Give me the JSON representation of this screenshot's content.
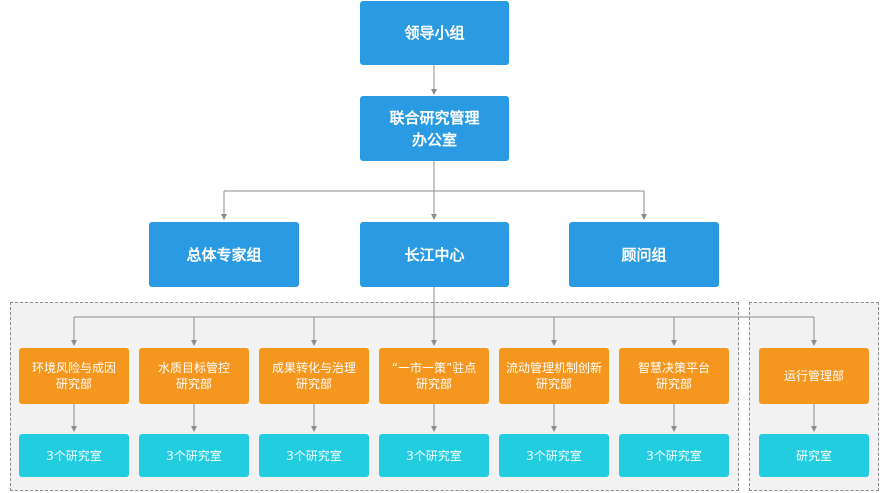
{
  "leadership": "领导小组",
  "office": "联合研究管理\n办公室",
  "second_row": {
    "expert": "总体专家组",
    "center": "长江中心",
    "advisor": "顾问组"
  },
  "departments": [
    {
      "name": "环境风险与成因\n研究部",
      "rooms": "3个研究室"
    },
    {
      "name": "水质目标管控\n研究部",
      "rooms": "3个研究室"
    },
    {
      "name": "成果转化与治理\n研究部",
      "rooms": "3个研究室"
    },
    {
      "name": "“一市一策”驻点\n研究部",
      "rooms": "3个研究室"
    },
    {
      "name": "流动管理机制创新\n研究部",
      "rooms": "3个研究室"
    },
    {
      "name": "智慧决策平台\n研究部",
      "rooms": "3个研究室"
    }
  ],
  "operations": {
    "name": "运行管理部",
    "rooms": "研究室"
  },
  "colors": {
    "top": "#2a9ae2",
    "dept": "#f5961e",
    "room": "#22cde0",
    "line": "#8c8c8c"
  }
}
